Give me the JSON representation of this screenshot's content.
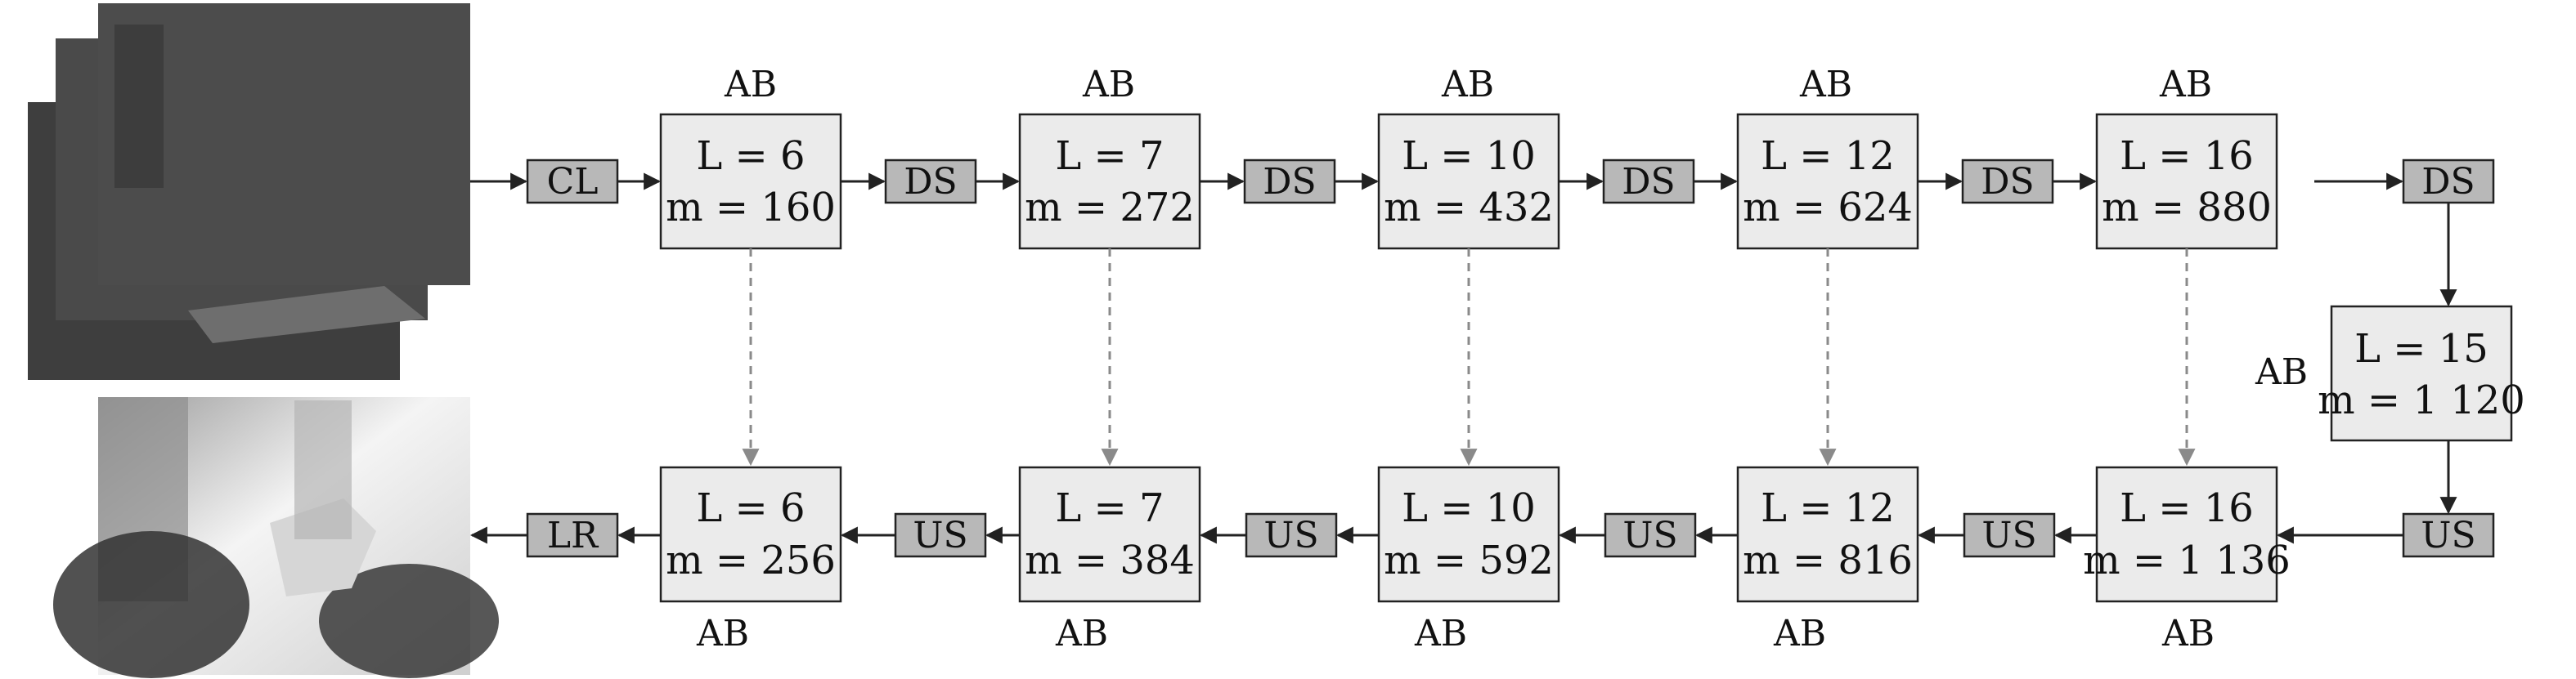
{
  "colors": {
    "box_fill": "#ebebeb",
    "op_fill": "#b8b8b8",
    "stroke": "#222222",
    "skip_arrow": "#8a8a8a",
    "text": "#111111"
  },
  "input_image": {
    "description_icon": "rgb-image-stack"
  },
  "output_image": {
    "description_icon": "depth-map-image"
  },
  "encoder": {
    "ops": [
      "CL",
      "DS",
      "DS",
      "DS",
      "DS",
      "DS"
    ],
    "blocks": [
      {
        "tag": "AB",
        "L": "L = 6",
        "m": "m = 160"
      },
      {
        "tag": "AB",
        "L": "L = 7",
        "m": "m = 272"
      },
      {
        "tag": "AB",
        "L": "L = 10",
        "m": "m = 432"
      },
      {
        "tag": "AB",
        "L": "L = 12",
        "m": "m = 624"
      },
      {
        "tag": "AB",
        "L": "L = 16",
        "m": "m = 880"
      }
    ]
  },
  "bottleneck": {
    "tag": "AB",
    "L": "L = 15",
    "m": "m = 1 120"
  },
  "decoder": {
    "ops": [
      "LR",
      "US",
      "US",
      "US",
      "US",
      "US"
    ],
    "blocks": [
      {
        "tag": "AB",
        "L": "L = 6",
        "m": "m = 256"
      },
      {
        "tag": "AB",
        "L": "L = 7",
        "m": "m = 384"
      },
      {
        "tag": "AB",
        "L": "L = 10",
        "m": "m = 592"
      },
      {
        "tag": "AB",
        "L": "L = 12",
        "m": "m = 816"
      },
      {
        "tag": "AB",
        "L": "L = 16",
        "m": "m = 1 136"
      }
    ]
  }
}
